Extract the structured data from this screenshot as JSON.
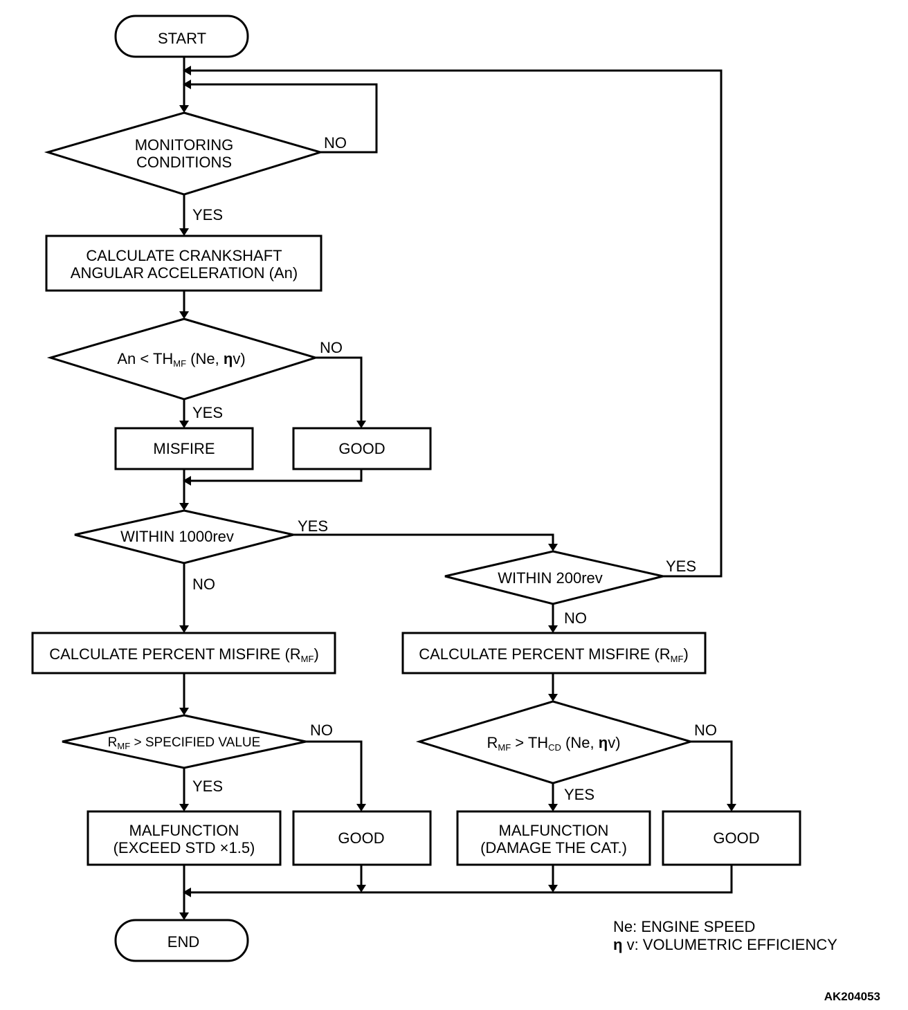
{
  "nodes": {
    "start": "START",
    "monitoring_1": "MONITORING",
    "monitoring_2": "CONDITIONS",
    "calc_accel_1": "CALCULATE CRANKSHAFT",
    "calc_accel_2": "ANGULAR ACCELERATION (An)",
    "threshold_pre": "An < TH",
    "threshold_sub": "MF",
    "threshold_post": " (Ne, ",
    "threshold_eta": "η",
    "threshold_end": "v)",
    "misfire": "MISFIRE",
    "good_1": "GOOD",
    "within_1000": "WITHIN 1000rev",
    "within_200": "WITHIN 200rev",
    "calc_pct_left_pre": "CALCULATE PERCENT MISFIRE (R",
    "calc_pct_left_sub": "MF",
    "calc_pct_left_post": ")",
    "calc_pct_right_pre": "CALCULATE PERCENT MISFIRE (R",
    "calc_pct_right_sub": "MF",
    "calc_pct_right_post": ")",
    "spec_pre": "R",
    "spec_sub": "MF",
    "spec_post": " > SPECIFIED VALUE",
    "thcd_pre": "R",
    "thcd_sub1": "MF",
    "thcd_mid": " > TH",
    "thcd_sub2": "CD",
    "thcd_post": " (Ne, ",
    "thcd_eta": "η",
    "thcd_end": "v)",
    "malf_left_1": "MALFUNCTION",
    "malf_left_2": "(EXCEED STD  ×1.5)",
    "good_2": "GOOD",
    "malf_right_1": "MALFUNCTION",
    "malf_right_2": "(DAMAGE THE CAT.)",
    "good_3": "GOOD",
    "end": "END"
  },
  "edge_labels": {
    "mon_no": "NO",
    "mon_yes": "YES",
    "th_no": "NO",
    "th_yes": "YES",
    "w1000_yes": "YES",
    "w1000_no": "NO",
    "w200_yes": "YES",
    "w200_no": "NO",
    "spec_no": "NO",
    "spec_yes": "YES",
    "thcd_no": "NO",
    "thcd_yes": "YES"
  },
  "legend": {
    "line1": "Ne: ENGINE SPEED",
    "line2_eta": "η",
    "line2": " v: VOLUMETRIC EFFICIENCY"
  },
  "figure_code": "AK204053"
}
